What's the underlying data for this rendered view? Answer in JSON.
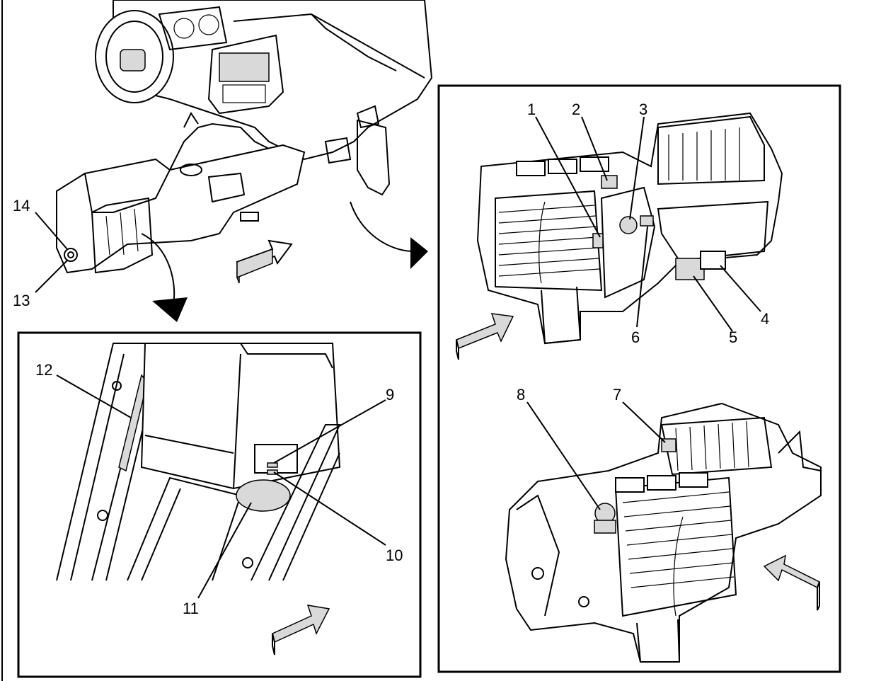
{
  "diagram": {
    "callouts": {
      "c1": "1",
      "c2": "2",
      "c3": "3",
      "c4": "4",
      "c5": "5",
      "c6": "6",
      "c7": "7",
      "c8": "8",
      "c9": "9",
      "c10": "10",
      "c11": "11",
      "c12": "12",
      "c13": "13",
      "c14": "14"
    },
    "panels": [
      "vehicle-interior-overview",
      "console-detail",
      "hvac-module-top",
      "hvac-module-bottom"
    ]
  }
}
